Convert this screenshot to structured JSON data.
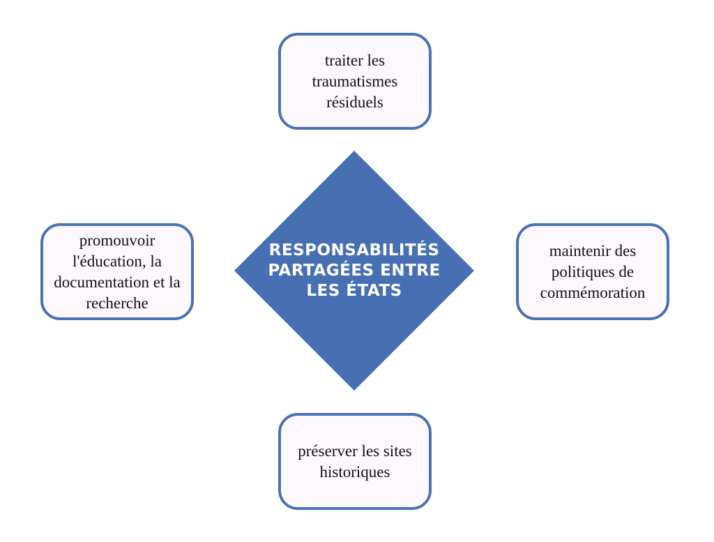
{
  "center": {
    "label": "RESPONSABILITÉS PARTAGÉES ENTRE LES ÉTATS"
  },
  "nodes": {
    "top": "traiter les traumatismes résiduels",
    "left": "promouvoir l'éducation, la documentation et la recherche",
    "right": "maintenir des politiques de commémoration",
    "bottom": "préserver les sites historiques"
  },
  "colors": {
    "accent": "#4670b3",
    "box_fill": "#fdf8fd"
  }
}
